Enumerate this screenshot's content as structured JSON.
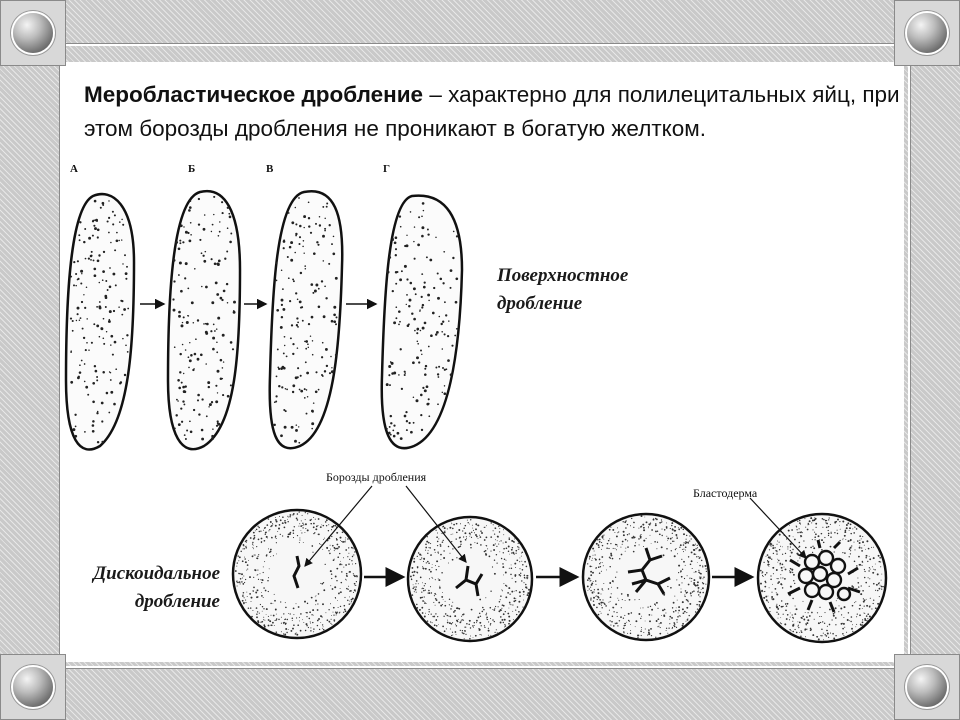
{
  "heading": {
    "term": "Меробластическое дробление",
    "definition": " – характерно для полилецитальных яйц, при этом борозды дробления не проникают в богатую желтком."
  },
  "superficial": {
    "stage_letters": [
      "А",
      "Б",
      "В",
      "Г"
    ],
    "label_line1": "Поверхностное",
    "label_line2": "дробление"
  },
  "discoidal": {
    "label_line1": "Дискоидальное",
    "label_line2": "дробление",
    "furrows_label": "Борозды дробления",
    "blastoderm_label": "Бластодерма"
  }
}
